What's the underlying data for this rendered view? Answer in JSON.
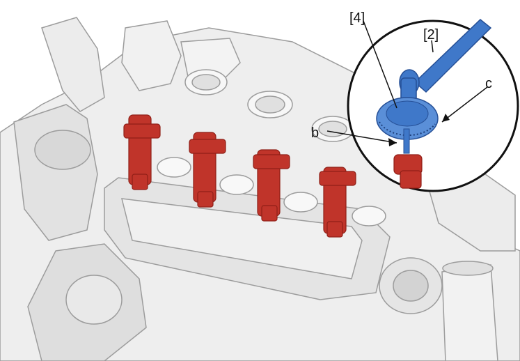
{
  "callouts": {
    "tool_4": "[4]",
    "tool_2": "[2]",
    "point_b": "b",
    "point_c": "c"
  },
  "colors": {
    "injector": "#c0342a",
    "injector_shadow": "#8f1f17",
    "tool": "#3f78c9",
    "tool_dark": "#254f96",
    "engine_line": "#9c9c9c",
    "engine_fill": "#e9e9e9",
    "engine_light": "#f6f6f6"
  },
  "icons": {
    "injector": "fuel-injector-icon",
    "wrench": "wrench-tool-icon",
    "protractor": "angle-dial-icon"
  }
}
